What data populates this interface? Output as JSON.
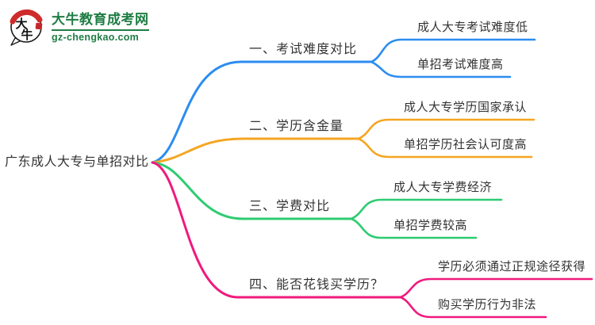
{
  "logo": {
    "site_name": "大牛教育成考网",
    "site_domain": "gz-chengkao.com",
    "icon_chars": [
      "大",
      "牛"
    ],
    "brand_green": "#1f7d44",
    "brand_red": "#cf2b2b"
  },
  "colors": {
    "text": "#333333",
    "background": "#ffffff"
  },
  "mindmap": {
    "root": {
      "label": "广东成人大专与单招对比"
    },
    "branches": [
      {
        "label": "一、考试难度对比",
        "color": "#2b8df0",
        "children": [
          {
            "label": "成人大专考试难度低"
          },
          {
            "label": "单招考试难度高"
          }
        ]
      },
      {
        "label": "二、学历含金量",
        "color": "#f5a623",
        "children": [
          {
            "label": "成人大专学历国家承认"
          },
          {
            "label": "单招学历社会认可度高"
          }
        ]
      },
      {
        "label": "三、学费对比",
        "color": "#2ecc71",
        "children": [
          {
            "label": "成人大专学费经济"
          },
          {
            "label": "单招学费较高"
          }
        ]
      },
      {
        "label": "四、能否花钱买学历？",
        "color": "#f0197e",
        "children": [
          {
            "label": "学历必须通过正规途径获得"
          },
          {
            "label": "购买学历行为非法"
          }
        ]
      }
    ]
  }
}
